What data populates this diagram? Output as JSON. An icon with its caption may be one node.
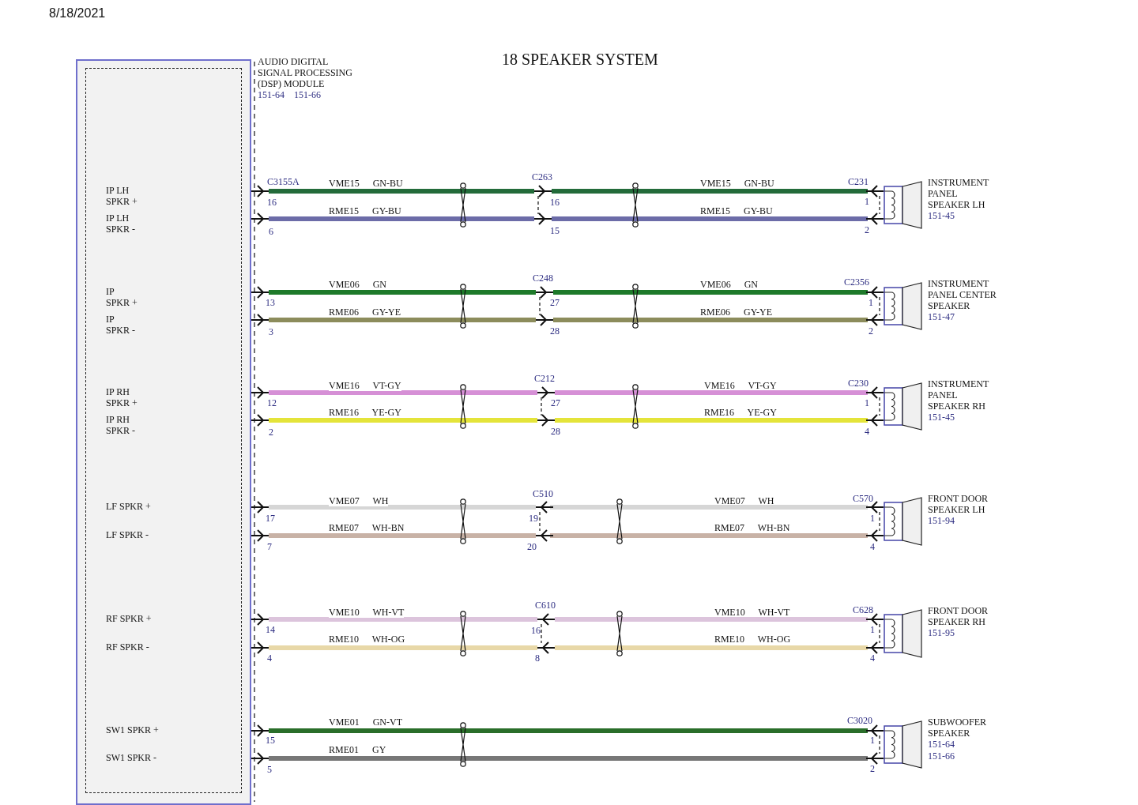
{
  "diagram": {
    "title": "18 SPEAKER SYSTEM",
    "nodes": [
      {
        "text": [
          "AUDIO DIGITAL SIGNAL PROCESSING (DSP) MODULE",
          "151-64",
          "151-66"
        ]
      },
      {
        "text": [
          "IP LH SPKR +"
        ],
        "in": 0
      },
      {
        "text": [
          "IP LH SPKR -"
        ],
        "in": 0
      },
      {
        "text": [
          "IP SPKR +"
        ],
        "in": 0
      },
      {
        "text": [
          "IP SPKR -"
        ],
        "in": 0
      },
      {
        "text": [
          "IP RH SPKR +"
        ],
        "in": 0
      },
      {
        "text": [
          "IP RH SPKR -"
        ],
        "in": 0
      },
      {
        "text": [
          "LF SPKR +"
        ],
        "in": 0
      },
      {
        "text": [
          "LF SPKR -"
        ],
        "in": 0
      },
      {
        "text": [
          "RF SPKR +"
        ],
        "in": 0
      },
      {
        "text": [
          "RF SPKR -"
        ],
        "in": 0
      },
      {
        "text": [
          "SW1 SPKR +"
        ],
        "in": 0
      },
      {
        "text": [
          "SW1 SPKR -"
        ],
        "in": 0
      },
      {
        "text": [
          "INSTRUMENT PANEL SPEAKER LH",
          "151-45"
        ]
      },
      {
        "text": [
          "INSTRUMENT PANEL CENTER SPEAKER",
          "151-47"
        ]
      },
      {
        "text": [
          "INSTRUMENT PANEL SPEAKER RH",
          "151-45"
        ]
      },
      {
        "text": [
          "FRONT DOOR SPEAKER LH",
          "151-94"
        ]
      },
      {
        "text": [
          "FRONT DOOR SPEAKER RH",
          "151-95"
        ]
      },
      {
        "text": [
          "SUBWOOFER SPEAKER",
          "151-64",
          "151-66"
        ]
      }
    ],
    "edges": [
      {
        "from": 1,
        "to": 13,
        "arrow": "other",
        "label": "VME15 GN-BU",
        "color": "#236b3a"
      },
      {
        "from": 2,
        "to": 13,
        "arrow": "other",
        "label": "RME15 GY-BU",
        "color": "#6c6ca8"
      },
      {
        "from": 3,
        "to": 14,
        "arrow": "other",
        "label": "VME06 GN",
        "color": "#1e7a2a"
      },
      {
        "from": 4,
        "to": 14,
        "arrow": "other",
        "label": "RME06 GY-YE",
        "color": "#8c8c5c"
      },
      {
        "from": 5,
        "to": 15,
        "arrow": "other",
        "label": "VME16 VT-GY",
        "color": "#d690d6"
      },
      {
        "from": 6,
        "to": 15,
        "arrow": "other",
        "label": "RME16 YE-GY",
        "color": "#e4e43a"
      },
      {
        "from": 7,
        "to": 16,
        "arrow": "other",
        "label": "VME07 WH",
        "color": "#d6d6d6"
      },
      {
        "from": 8,
        "to": 16,
        "arrow": "other",
        "label": "RME07 WH-BN",
        "color": "#c8b2a6"
      },
      {
        "from": 9,
        "to": 17,
        "arrow": "other",
        "label": "VME10 WH-VT",
        "color": "#dcc4dc"
      },
      {
        "from": 10,
        "to": 17,
        "arrow": "other",
        "label": "RME10 WH-OG",
        "color": "#e8d8a8"
      },
      {
        "from": 11,
        "to": 18,
        "arrow": "other",
        "label": "VME01 GN-VT",
        "color": "#2a6e2a"
      },
      {
        "from": 12,
        "to": 18,
        "arrow": "other",
        "label": "RME01 GY",
        "color": "#777777"
      }
    ],
    "labels": [
      "8/18/2021",
      "C3155A",
      "C263",
      "VME15 GN-BU",
      "C231",
      "16",
      "16",
      "1",
      "RME15 GY-BU",
      "6",
      "15",
      "2",
      "C248",
      "VME06 GN",
      "C2356",
      "13",
      "27",
      "1",
      "RME06 GY-YE",
      "3",
      "28",
      "2",
      "C212",
      "VME16 VT-GY",
      "C230",
      "12",
      "27",
      "1",
      "RME16 YE-GY",
      "2",
      "28",
      "4",
      "C510",
      "VME07 WH",
      "C570",
      "17",
      "19",
      "1",
      "RME07 WH-BN",
      "7",
      "20",
      "4",
      "C610",
      "VME10 WH-VT",
      "C628",
      "14",
      "16",
      "1",
      "RME10 WH-OG",
      "4",
      "8",
      "4",
      "C3020",
      "15",
      "1",
      "5",
      "2"
    ]
  }
}
